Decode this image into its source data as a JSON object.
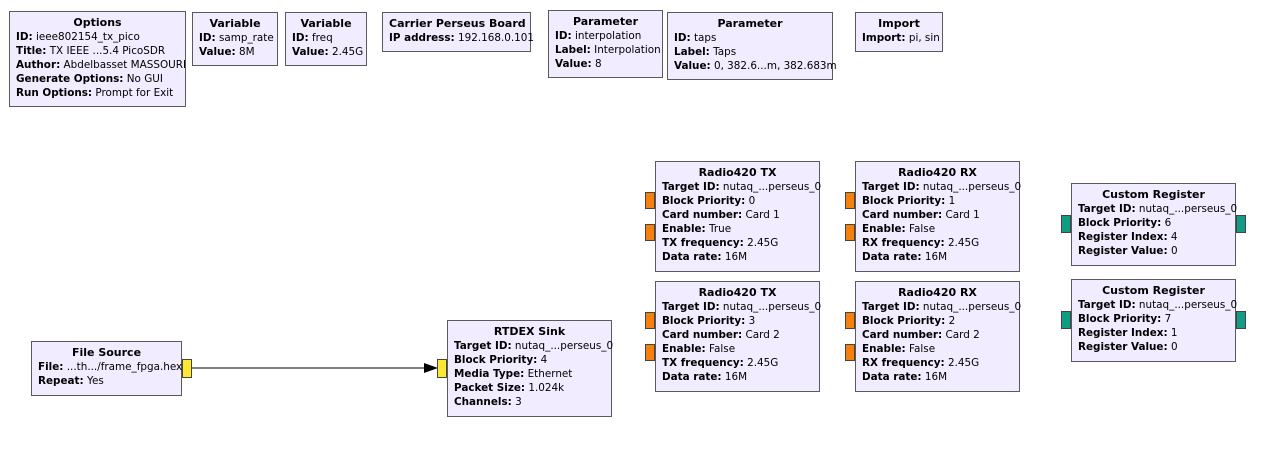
{
  "colors": {
    "block_bg": "#f1ecff",
    "block_border": "#5a5a5a",
    "port_complex": "#f5800e",
    "port_byte": "#ffe834",
    "port_msg": "#129c86"
  },
  "blocks": [
    {
      "id": "options",
      "title": "Options",
      "rows": [
        {
          "k": "ID:",
          "v": "ieee802154_tx_pico"
        },
        {
          "k": "Title:",
          "v": "TX IEEE ...5.4 PicoSDR"
        },
        {
          "k": "Author:",
          "v": "Abdelbasset MASSOURI"
        },
        {
          "k": "Generate Options:",
          "v": "No GUI"
        },
        {
          "k": "Run Options:",
          "v": "Prompt for Exit"
        }
      ]
    },
    {
      "id": "var-samp-rate",
      "title": "Variable",
      "rows": [
        {
          "k": "ID:",
          "v": "samp_rate"
        },
        {
          "k": "Value:",
          "v": "8M"
        }
      ]
    },
    {
      "id": "var-freq",
      "title": "Variable",
      "rows": [
        {
          "k": "ID:",
          "v": "freq"
        },
        {
          "k": "Value:",
          "v": "2.45G"
        }
      ]
    },
    {
      "id": "carrier-perseus",
      "title": "Carrier Perseus Board",
      "rows": [
        {
          "k": "IP address:",
          "v": "192.168.0.101"
        }
      ]
    },
    {
      "id": "param-interp",
      "title": "Parameter",
      "rows": [
        {
          "k": "ID:",
          "v": "interpolation"
        },
        {
          "k": "Label:",
          "v": "Interpolation"
        },
        {
          "k": "Value:",
          "v": "8"
        }
      ]
    },
    {
      "id": "param-taps",
      "title": "Parameter",
      "rows": [
        {
          "k": "ID:",
          "v": "taps"
        },
        {
          "k": "Label:",
          "v": "Taps"
        },
        {
          "k": "Value:",
          "v": "0, 382.6...m, 382.683m"
        }
      ]
    },
    {
      "id": "import",
      "title": "Import",
      "rows": [
        {
          "k": "Import:",
          "v": "pi, sin"
        }
      ]
    },
    {
      "id": "radio-tx-1",
      "title": "Radio420 TX",
      "rows": [
        {
          "k": "Target ID:",
          "v": "nutaq_...perseus_0"
        },
        {
          "k": "Block Priority:",
          "v": "0"
        },
        {
          "k": "Card number:",
          "v": "Card 1"
        },
        {
          "k": "Enable:",
          "v": "True"
        },
        {
          "k": "TX frequency:",
          "v": "2.45G"
        },
        {
          "k": "Data rate:",
          "v": "16M"
        }
      ]
    },
    {
      "id": "radio-rx-1",
      "title": "Radio420 RX",
      "rows": [
        {
          "k": "Target ID:",
          "v": "nutaq_...perseus_0"
        },
        {
          "k": "Block Priority:",
          "v": "1"
        },
        {
          "k": "Card number:",
          "v": "Card 1"
        },
        {
          "k": "Enable:",
          "v": "False"
        },
        {
          "k": "RX frequency:",
          "v": "2.45G"
        },
        {
          "k": "Data rate:",
          "v": "16M"
        }
      ]
    },
    {
      "id": "custom-reg-1",
      "title": "Custom Register",
      "rows": [
        {
          "k": "Target ID:",
          "v": "nutaq_...perseus_0"
        },
        {
          "k": "Block Priority:",
          "v": "6"
        },
        {
          "k": "Register Index:",
          "v": "4"
        },
        {
          "k": "Register Value:",
          "v": "0"
        }
      ]
    },
    {
      "id": "radio-tx-2",
      "title": "Radio420 TX",
      "rows": [
        {
          "k": "Target ID:",
          "v": "nutaq_...perseus_0"
        },
        {
          "k": "Block Priority:",
          "v": "3"
        },
        {
          "k": "Card number:",
          "v": "Card 2"
        },
        {
          "k": "Enable:",
          "v": "False"
        },
        {
          "k": "TX frequency:",
          "v": "2.45G"
        },
        {
          "k": "Data rate:",
          "v": "16M"
        }
      ]
    },
    {
      "id": "radio-rx-2",
      "title": "Radio420 RX",
      "rows": [
        {
          "k": "Target ID:",
          "v": "nutaq_...perseus_0"
        },
        {
          "k": "Block Priority:",
          "v": "2"
        },
        {
          "k": "Card number:",
          "v": "Card 2"
        },
        {
          "k": "Enable:",
          "v": "False"
        },
        {
          "k": "RX frequency:",
          "v": "2.45G"
        },
        {
          "k": "Data rate:",
          "v": "16M"
        }
      ]
    },
    {
      "id": "custom-reg-2",
      "title": "Custom Register",
      "rows": [
        {
          "k": "Target ID:",
          "v": "nutaq_...perseus_0"
        },
        {
          "k": "Block Priority:",
          "v": "7"
        },
        {
          "k": "Register Index:",
          "v": "1"
        },
        {
          "k": "Register Value:",
          "v": "0"
        }
      ]
    },
    {
      "id": "rtdex-sink",
      "title": "RTDEX Sink",
      "rows": [
        {
          "k": "Target ID:",
          "v": "nutaq_...perseus_0"
        },
        {
          "k": "Block Priority:",
          "v": "4"
        },
        {
          "k": "Media Type:",
          "v": "Ethernet"
        },
        {
          "k": "Packet Size:",
          "v": "1.024k"
        },
        {
          "k": "Channels:",
          "v": "3"
        }
      ]
    },
    {
      "id": "file-source",
      "title": "File Source",
      "rows": [
        {
          "k": "File:",
          "v": "...th.../frame_fpga.hex"
        },
        {
          "k": "Repeat:",
          "v": "Yes"
        }
      ]
    }
  ]
}
